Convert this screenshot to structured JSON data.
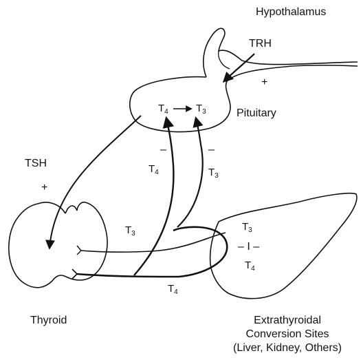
{
  "labels": {
    "hypothalamus": "Hypothalamus",
    "trh": "TRH",
    "plus_trh": "+",
    "pituitary": "Pituitary",
    "pit_t4": "T",
    "pit_t4_sub": "4",
    "pit_t3": "T",
    "pit_t3_sub": "3",
    "minus_left": "–",
    "minus_right": "–",
    "tsh": "TSH",
    "plus_tsh": "+",
    "mid_t4": "T",
    "mid_t4_sub": "4",
    "mid_t3": "T",
    "mid_t3_sub": "3",
    "low_t3": "T",
    "low_t3_sub": "3",
    "bottom_t4": "T",
    "bottom_t4_sub": "4",
    "liver_t3": "T",
    "liver_t3_sub": "3",
    "liver_i": "– I –",
    "liver_t4": "T",
    "liver_t4_sub": "4",
    "thyroid": "Thyroid",
    "conversion_line1": "Extrathyroidal",
    "conversion_line2": "Conversion Sites",
    "conversion_line3": "(Liver, Kidney, Others)"
  }
}
